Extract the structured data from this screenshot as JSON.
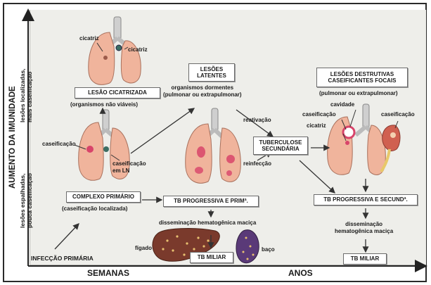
{
  "axes": {
    "y_label": "AUMENTO DA IMUNIDADE",
    "x_left": "SEMANAS",
    "x_right": "ANOS",
    "y_top_1": "lesões localizadas,",
    "y_top_2": "mais caseificação",
    "y_bottom_1": "lesões espalhadas,",
    "y_bottom_2": "pouca caseificação"
  },
  "nodes": {
    "lesao_cicatrizada": "LESÃO CICATRIZADA",
    "organismos_nao_viaveis": "(organismos não viáveis)",
    "lesoes_latentes_1": "LESÕES",
    "lesoes_latentes_2": "LATENTES",
    "organismos_dormentes_1": "organismos dormentes",
    "organismos_dormentes_2": "(pulmonar ou extrapulmonar)",
    "lesoes_destrutivas_1": "LESÕES DESTRUTIVAS",
    "lesoes_destrutivas_2": "CASEIFICANTES FOCAIS",
    "lesoes_destrutivas_sub": "(pulmonar ou extrapulmonar)",
    "reativacao": "reativação",
    "tb_secundaria_1": "TUBERCULOSE",
    "tb_secundaria_2": "SECUNDÁRIA",
    "reinfeccao": "reinfecção",
    "complexo_primario": "COMPLEXO PRIMÁRIO",
    "caseificacao_localizada": "(caseificação localizada)",
    "tb_progressiva_prim": "TB PROGRESSIVA E PRIMª.",
    "tb_progressiva_secund": "TB PROGRESSIVA E SECUNDª.",
    "disseminacao_1": "disseminação hematogênica maciça",
    "disseminacao_2a": "disseminação",
    "disseminacao_2b": "hematogênica maciça",
    "tb_miliar_1": "TB MILIAR",
    "tb_miliar_2": "TB MILIAR",
    "infeccao_primaria": "INFECÇÃO PRIMÁRIA"
  },
  "labels": {
    "cicatriz_1": "cicatriz",
    "cicatriz_2": "cicatriz",
    "caseificacao_left": "caseificação",
    "caseificacao_ln_1": "caseificação",
    "caseificacao_ln_2": "em LN",
    "cavidade": "cavidade",
    "caseificacao_r1": "caseificação",
    "cicatriz_r": "cicatriz",
    "caseificacao_kidney": "caseificação",
    "figado": "fígado",
    "baco": "baço"
  },
  "colors": {
    "panel": "#eeeeea",
    "lung": "#f0b49c",
    "lesion": "#d8446a",
    "liver": "#7a3a2c",
    "spleen": "#5a3a78",
    "kidney": "#d06050",
    "trachea": "#cfcfcf"
  }
}
